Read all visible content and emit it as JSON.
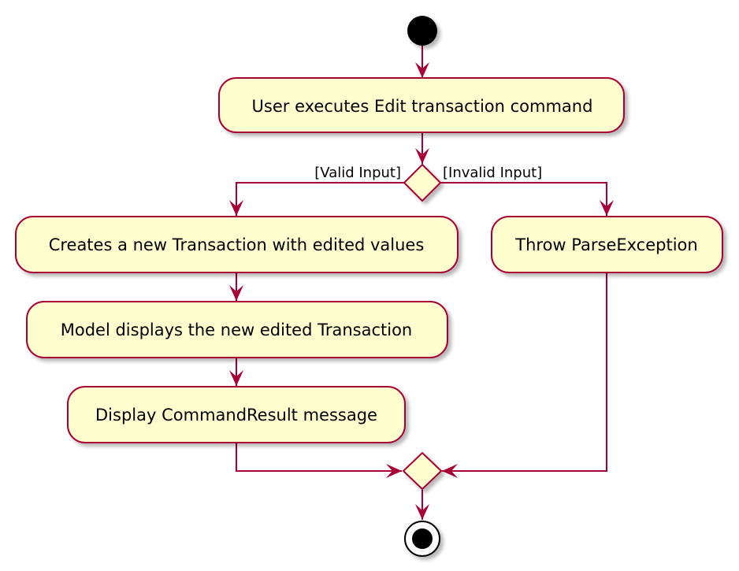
{
  "diagram": {
    "colors": {
      "node_fill": "#FEFECE",
      "border": "#A80036",
      "start_fill": "#000000",
      "shadow": "#d9d9d9"
    },
    "nodes": {
      "user_executes": "User executes Edit transaction command",
      "creates_transaction": "Creates a new Transaction with edited values",
      "model_displays": "Model displays the new edited Transaction",
      "display_result": "Display CommandResult message",
      "throw_exception": "Throw ParseException"
    },
    "guards": {
      "valid": "[Valid Input]",
      "invalid": "[Invalid Input]"
    }
  }
}
